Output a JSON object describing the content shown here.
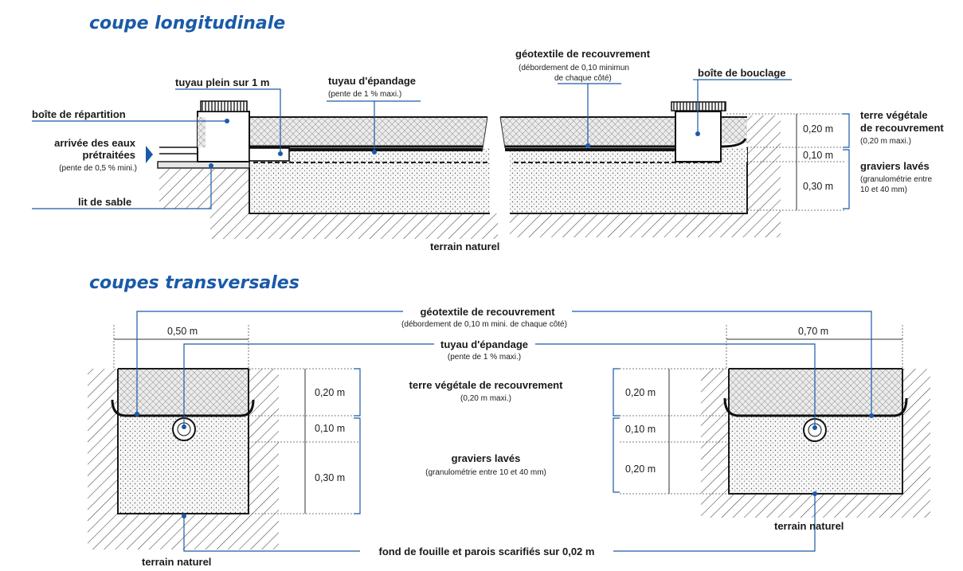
{
  "titles": {
    "longitudinal": "coupe longitudinale",
    "transversal": "coupes transversales"
  },
  "colors": {
    "title": "#1a5aa8",
    "leader": "#1a5aa8",
    "ink": "#1a1a1a",
    "soil_fill": "#e8e8e8",
    "gravel_fill": "#f2f2f2"
  },
  "longitudinal": {
    "labels": {
      "tuyau_plein": "tuyau plein sur 1 m",
      "tuyau_epandage": "tuyau d'épandage",
      "tuyau_epandage_note": "(pente de 1 % maxi.)",
      "geotextile": "géotextile de recouvrement",
      "geotextile_note_1": "(débordement de 0,10 minimun",
      "geotextile_note_2": "de chaque côté)",
      "boite_bouclage": "boîte de bouclage",
      "boite_repartition": "boîte de répartition",
      "arrivee_1": "arrivée des eaux",
      "arrivee_2": "prétraitées",
      "arrivee_note": "(pente de 0,5 % mini.)",
      "lit_sable": "lit de sable",
      "terrain_naturel": "terrain naturel",
      "terre_vegetale_1": "terre végétale",
      "terre_vegetale_2": "de recouvrement",
      "terre_vegetale_note": "(0,20 m maxi.)",
      "graviers": "graviers lavés",
      "graviers_note_1": "(granulométrie entre",
      "graviers_note_2": "10 et 40 mm)"
    },
    "dimensions": [
      "0,20 m",
      "0,10 m",
      "0,30 m"
    ]
  },
  "transversal": {
    "labels": {
      "geotextile": "géotextile de recouvrement",
      "geotextile_note": "(débordement de 0,10 m mini. de chaque côté)",
      "tuyau_epandage": "tuyau d'épandage",
      "tuyau_epandage_note": "(pente de 1 % maxi.)",
      "terre_vegetale": "terre végétale de recouvrement",
      "terre_vegetale_note": "(0,20 m maxi.)",
      "graviers": "graviers lavés",
      "graviers_note": "(granulométrie entre 10 et 40 mm)",
      "fond_fouille": "fond de fouille et parois scarifiés sur 0,02 m",
      "terrain_naturel_left": "terrain naturel",
      "terrain_naturel_right": "terrain naturel"
    },
    "left": {
      "width": "0,50 m",
      "dimensions": [
        "0,20 m",
        "0,10 m",
        "0,30 m"
      ]
    },
    "right": {
      "width": "0,70 m",
      "dimensions": [
        "0,20 m",
        "0,10 m",
        "0,20 m"
      ]
    }
  }
}
